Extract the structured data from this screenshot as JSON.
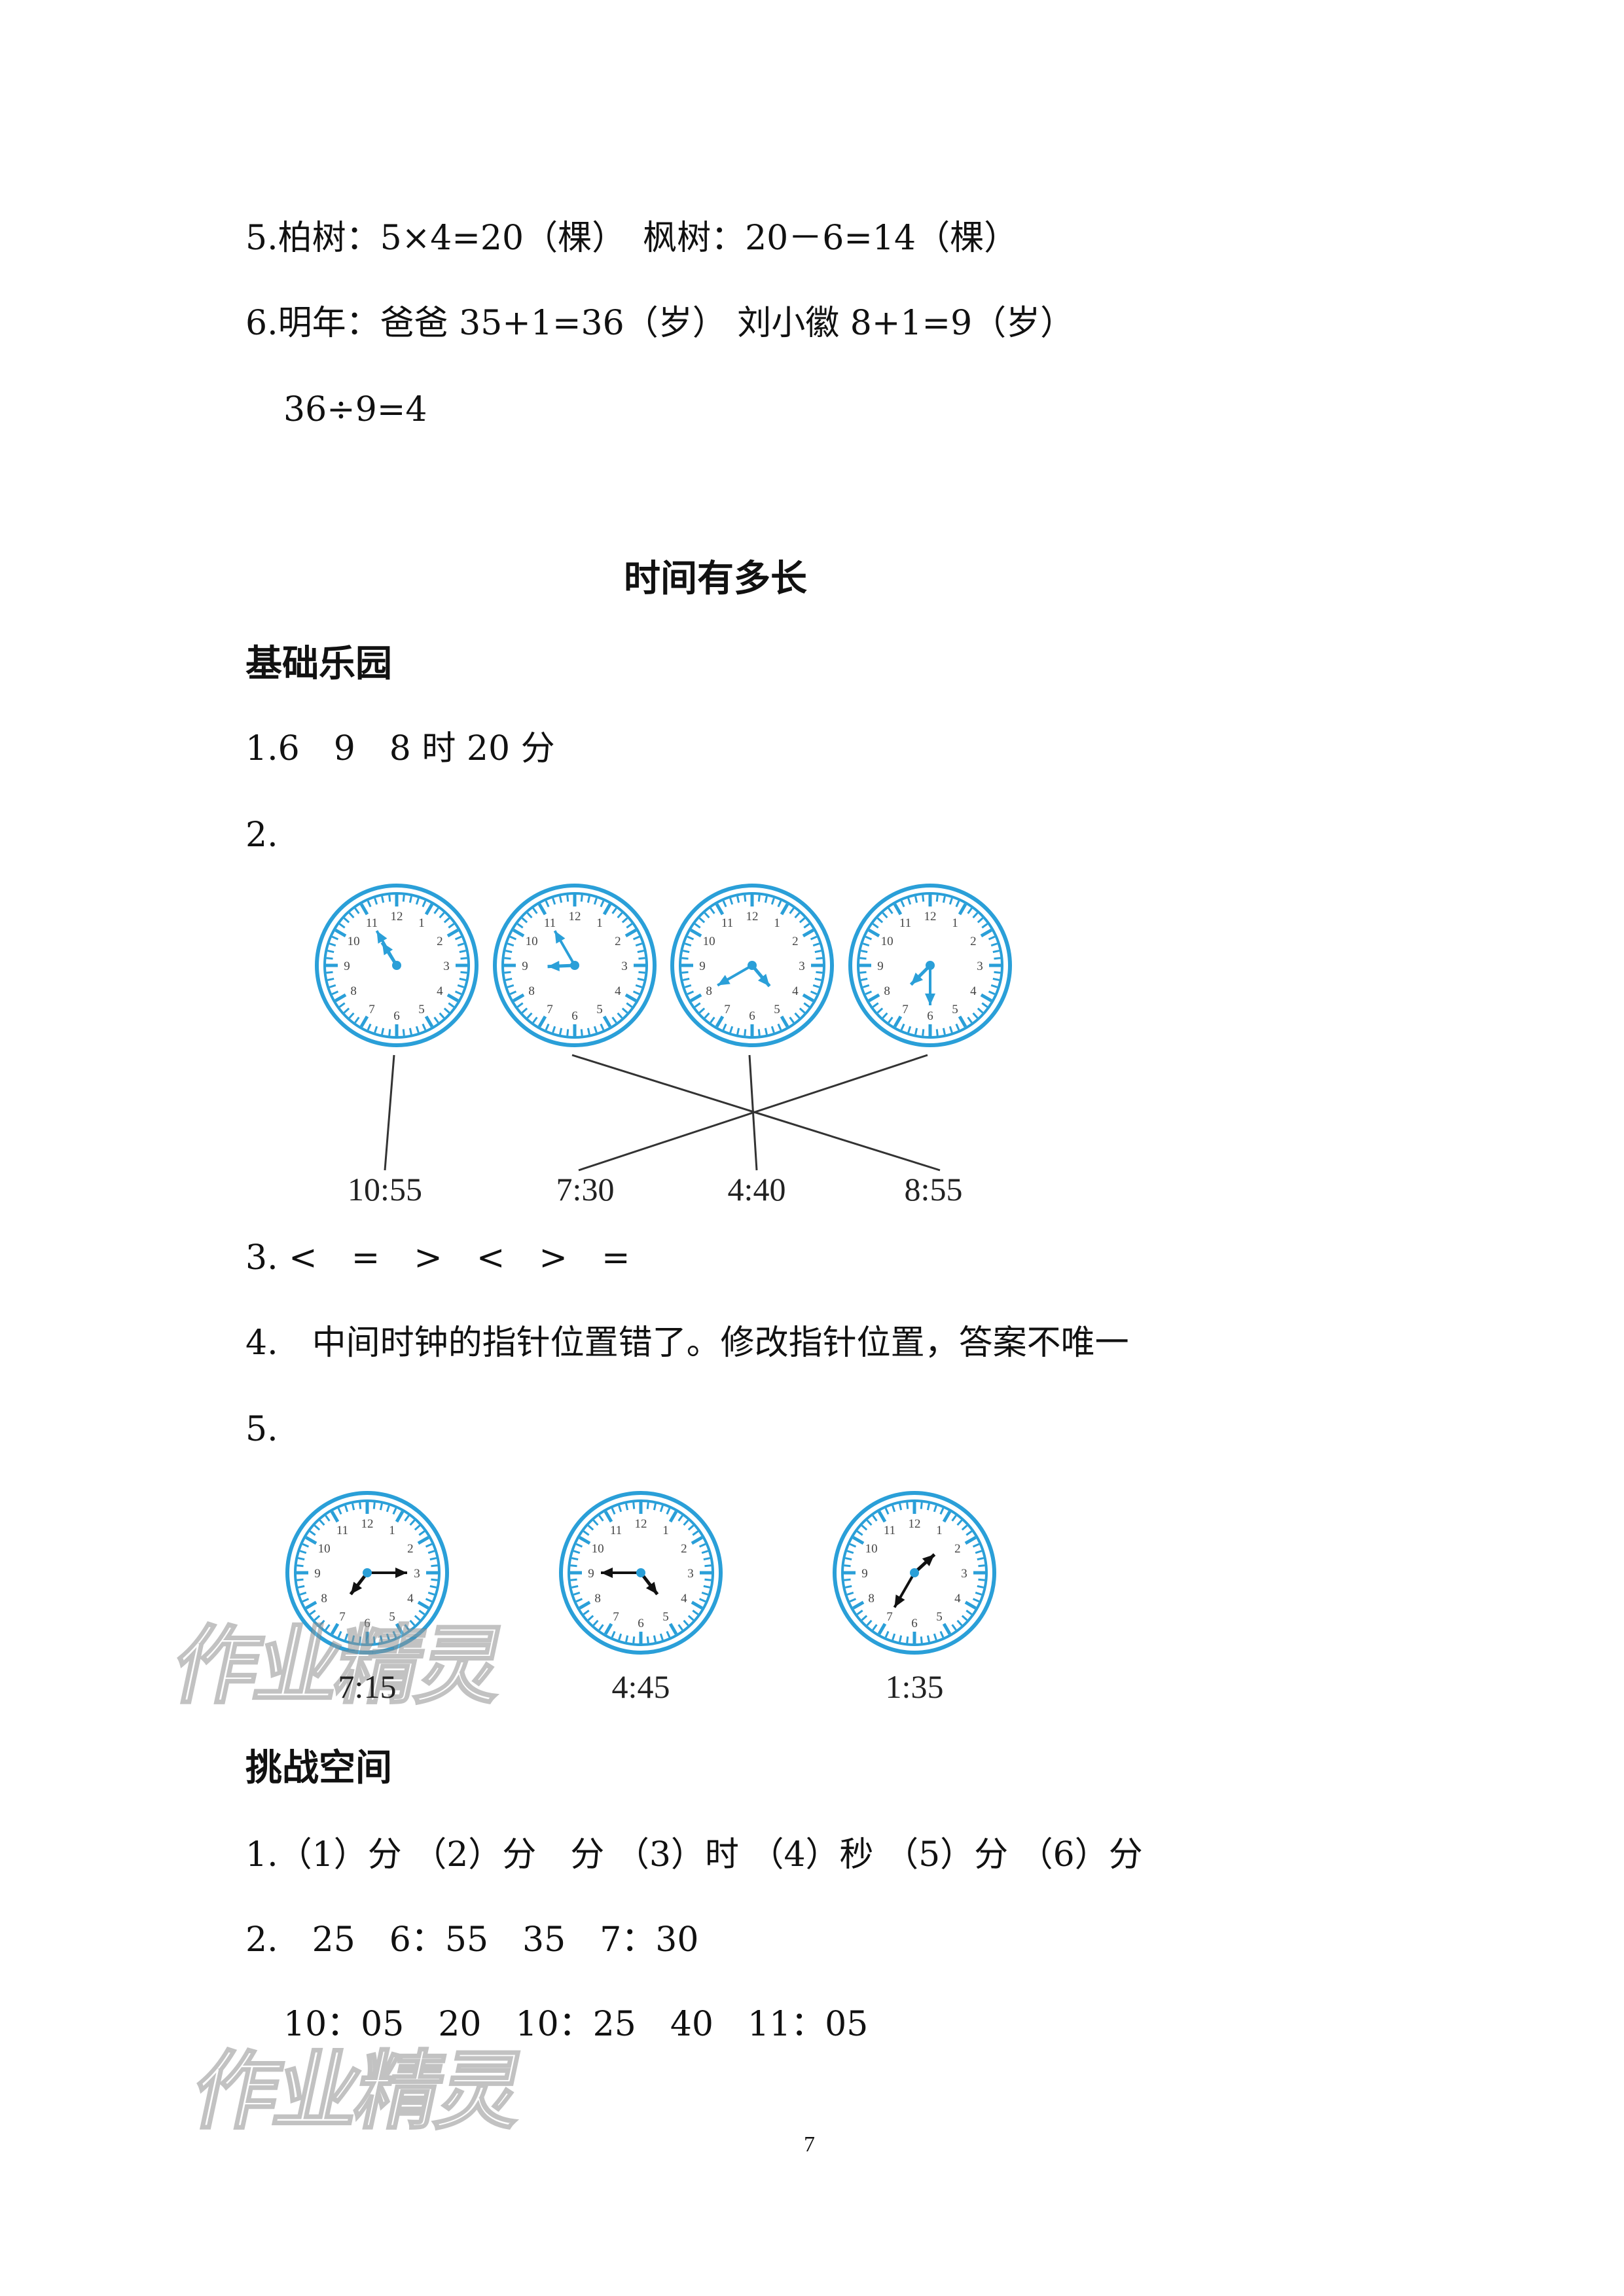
{
  "prev": {
    "q5": "5.柏树：5×4=20（棵）　枫树：20－6=14（棵）",
    "q6": "6.明年：爸爸 35+1=36（岁） 刘小徽 8+1=9（岁）",
    "q6b": "36÷9=4"
  },
  "title": "时间有多长",
  "section1": {
    "heading": "基础乐园",
    "q1": "1.6　9　8 时 20 分",
    "q2": "2.",
    "q2_clocks": [
      {
        "time": "10:55"
      },
      {
        "time": "8:55"
      },
      {
        "time": "4:40"
      },
      {
        "time": "7:30"
      }
    ],
    "q2_labels": [
      "10:55",
      "7:30",
      "4:40",
      "8:55"
    ],
    "q2_matches": [
      [
        0,
        0
      ],
      [
        1,
        3
      ],
      [
        2,
        2
      ],
      [
        3,
        1
      ]
    ],
    "q3": "3. <　=　>　<　>　=",
    "q4": "4.　中间时钟的指针位置错了。修改指针位置，答案不唯一",
    "q5": "5.",
    "q5_clocks": [
      {
        "time": "7:15",
        "label": "7:15"
      },
      {
        "time": "4:45",
        "label": "4:45"
      },
      {
        "time": "1:35",
        "label": "1:35"
      }
    ]
  },
  "section2": {
    "heading": "挑战空间",
    "q1": "1.（1）分 （2）分　分 （3）时 （4）秒 （5）分 （6）分",
    "q2": "2.　25　6：55　35　7：30",
    "q2b": "10：05　20　10：25　40　11：05"
  },
  "page_number": "7",
  "watermark": "作业精灵",
  "colors": {
    "clock_blue": "#2a9fd8",
    "text": "#111111",
    "line": "#333333"
  }
}
